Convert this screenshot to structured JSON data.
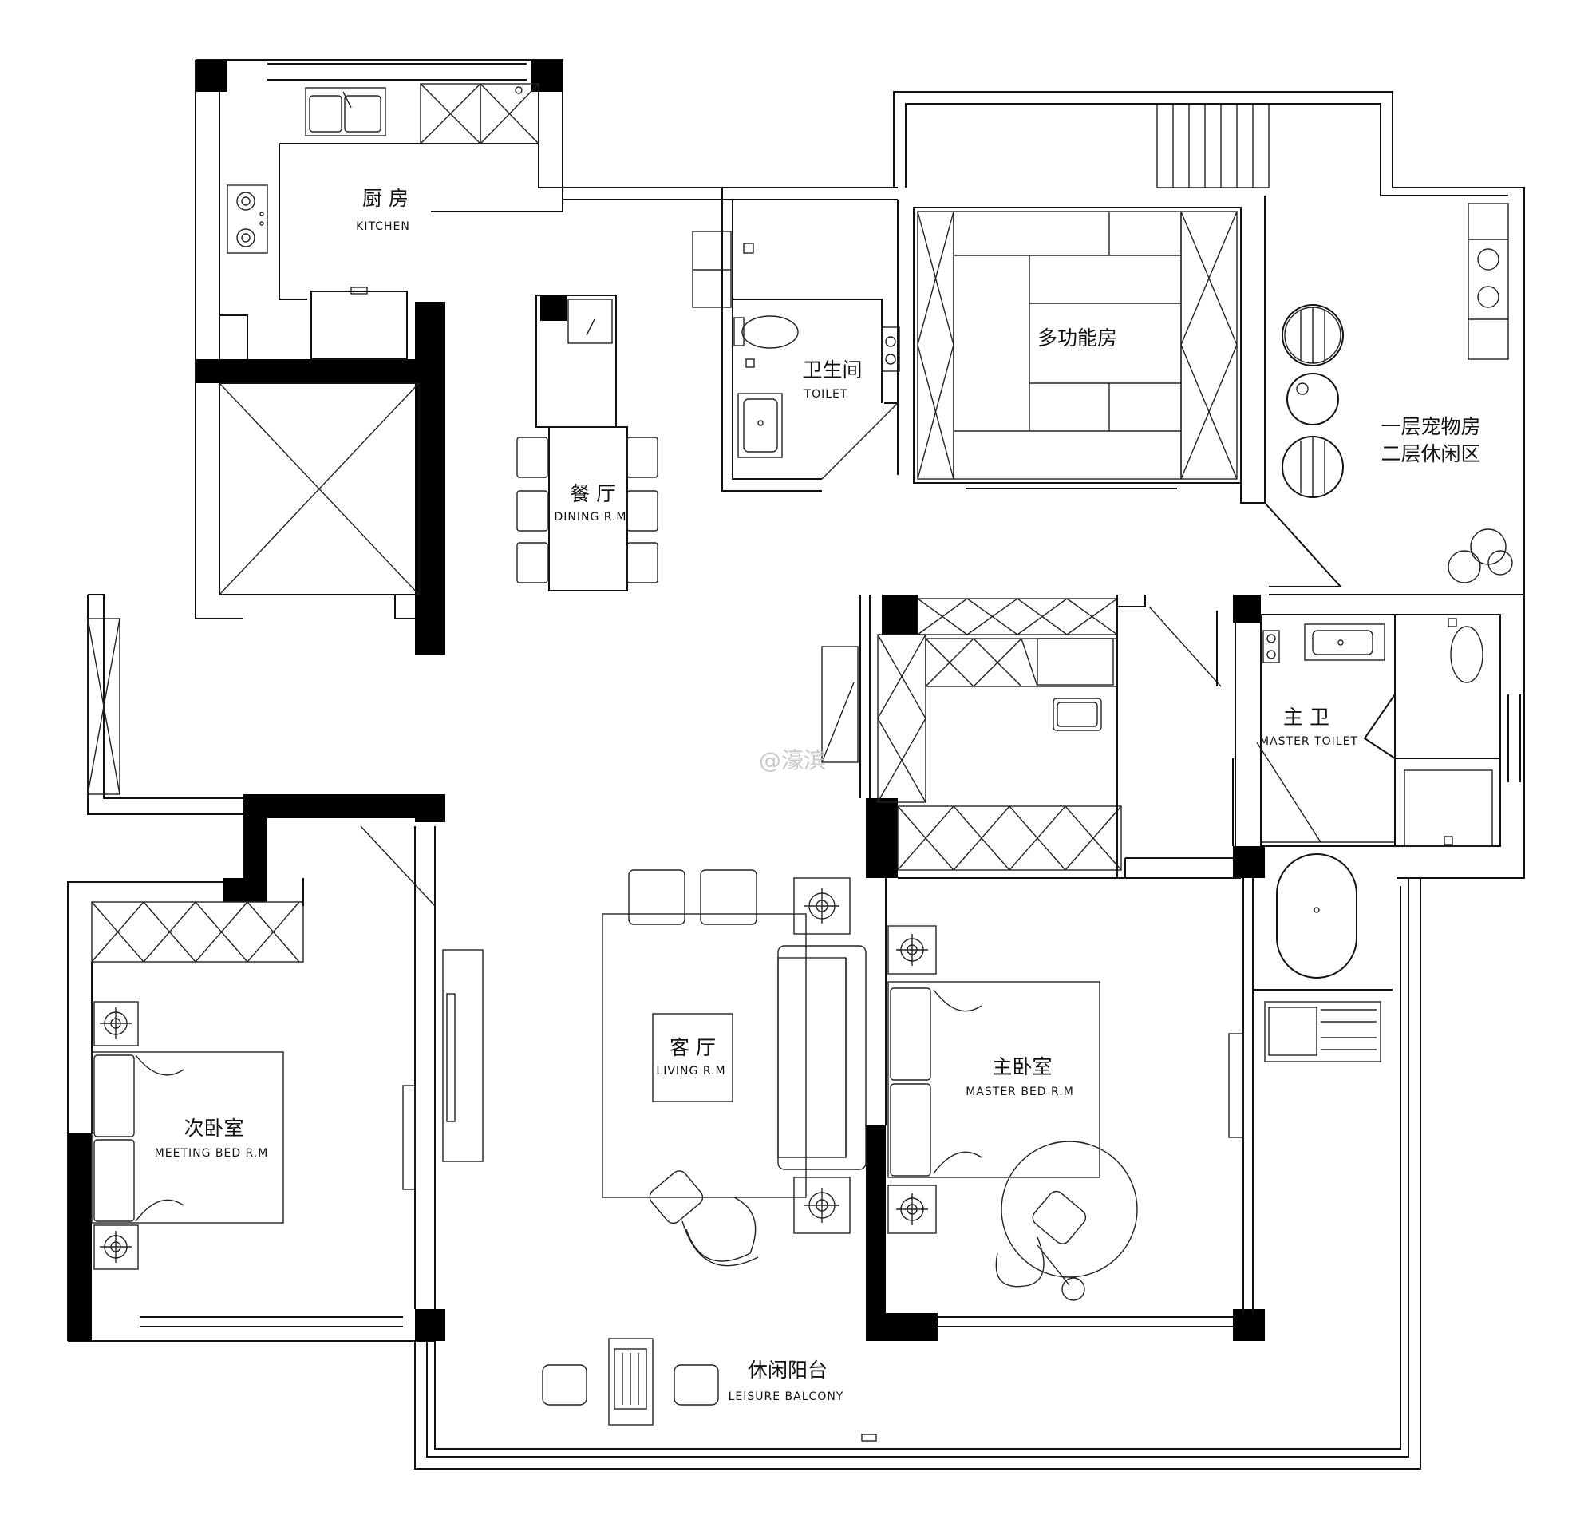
{
  "rooms": {
    "kitchen": {
      "zh": "厨 房",
      "en": "KITCHEN"
    },
    "dining": {
      "zh": "餐 厅",
      "en": "DINING R.M"
    },
    "toilet": {
      "zh": "卫生间",
      "en": "TOILET"
    },
    "multi": {
      "zh": "多功能房"
    },
    "pet": {
      "zh1": "一层宠物房",
      "zh2": "二层休闲区"
    },
    "master_toilet": {
      "zh": "主 卫",
      "en": "MASTER TOILET"
    },
    "living": {
      "zh": "客 厅",
      "en": "LIVING R.M"
    },
    "master_bed": {
      "zh": "主卧室",
      "en": "MASTER BED R.M"
    },
    "second_bed": {
      "zh": "次卧室",
      "en": "MEETING BED R.M"
    },
    "balcony": {
      "zh": "休闲阳台",
      "en": "LEISURE BALCONY"
    }
  },
  "watermark": "@濠滨"
}
